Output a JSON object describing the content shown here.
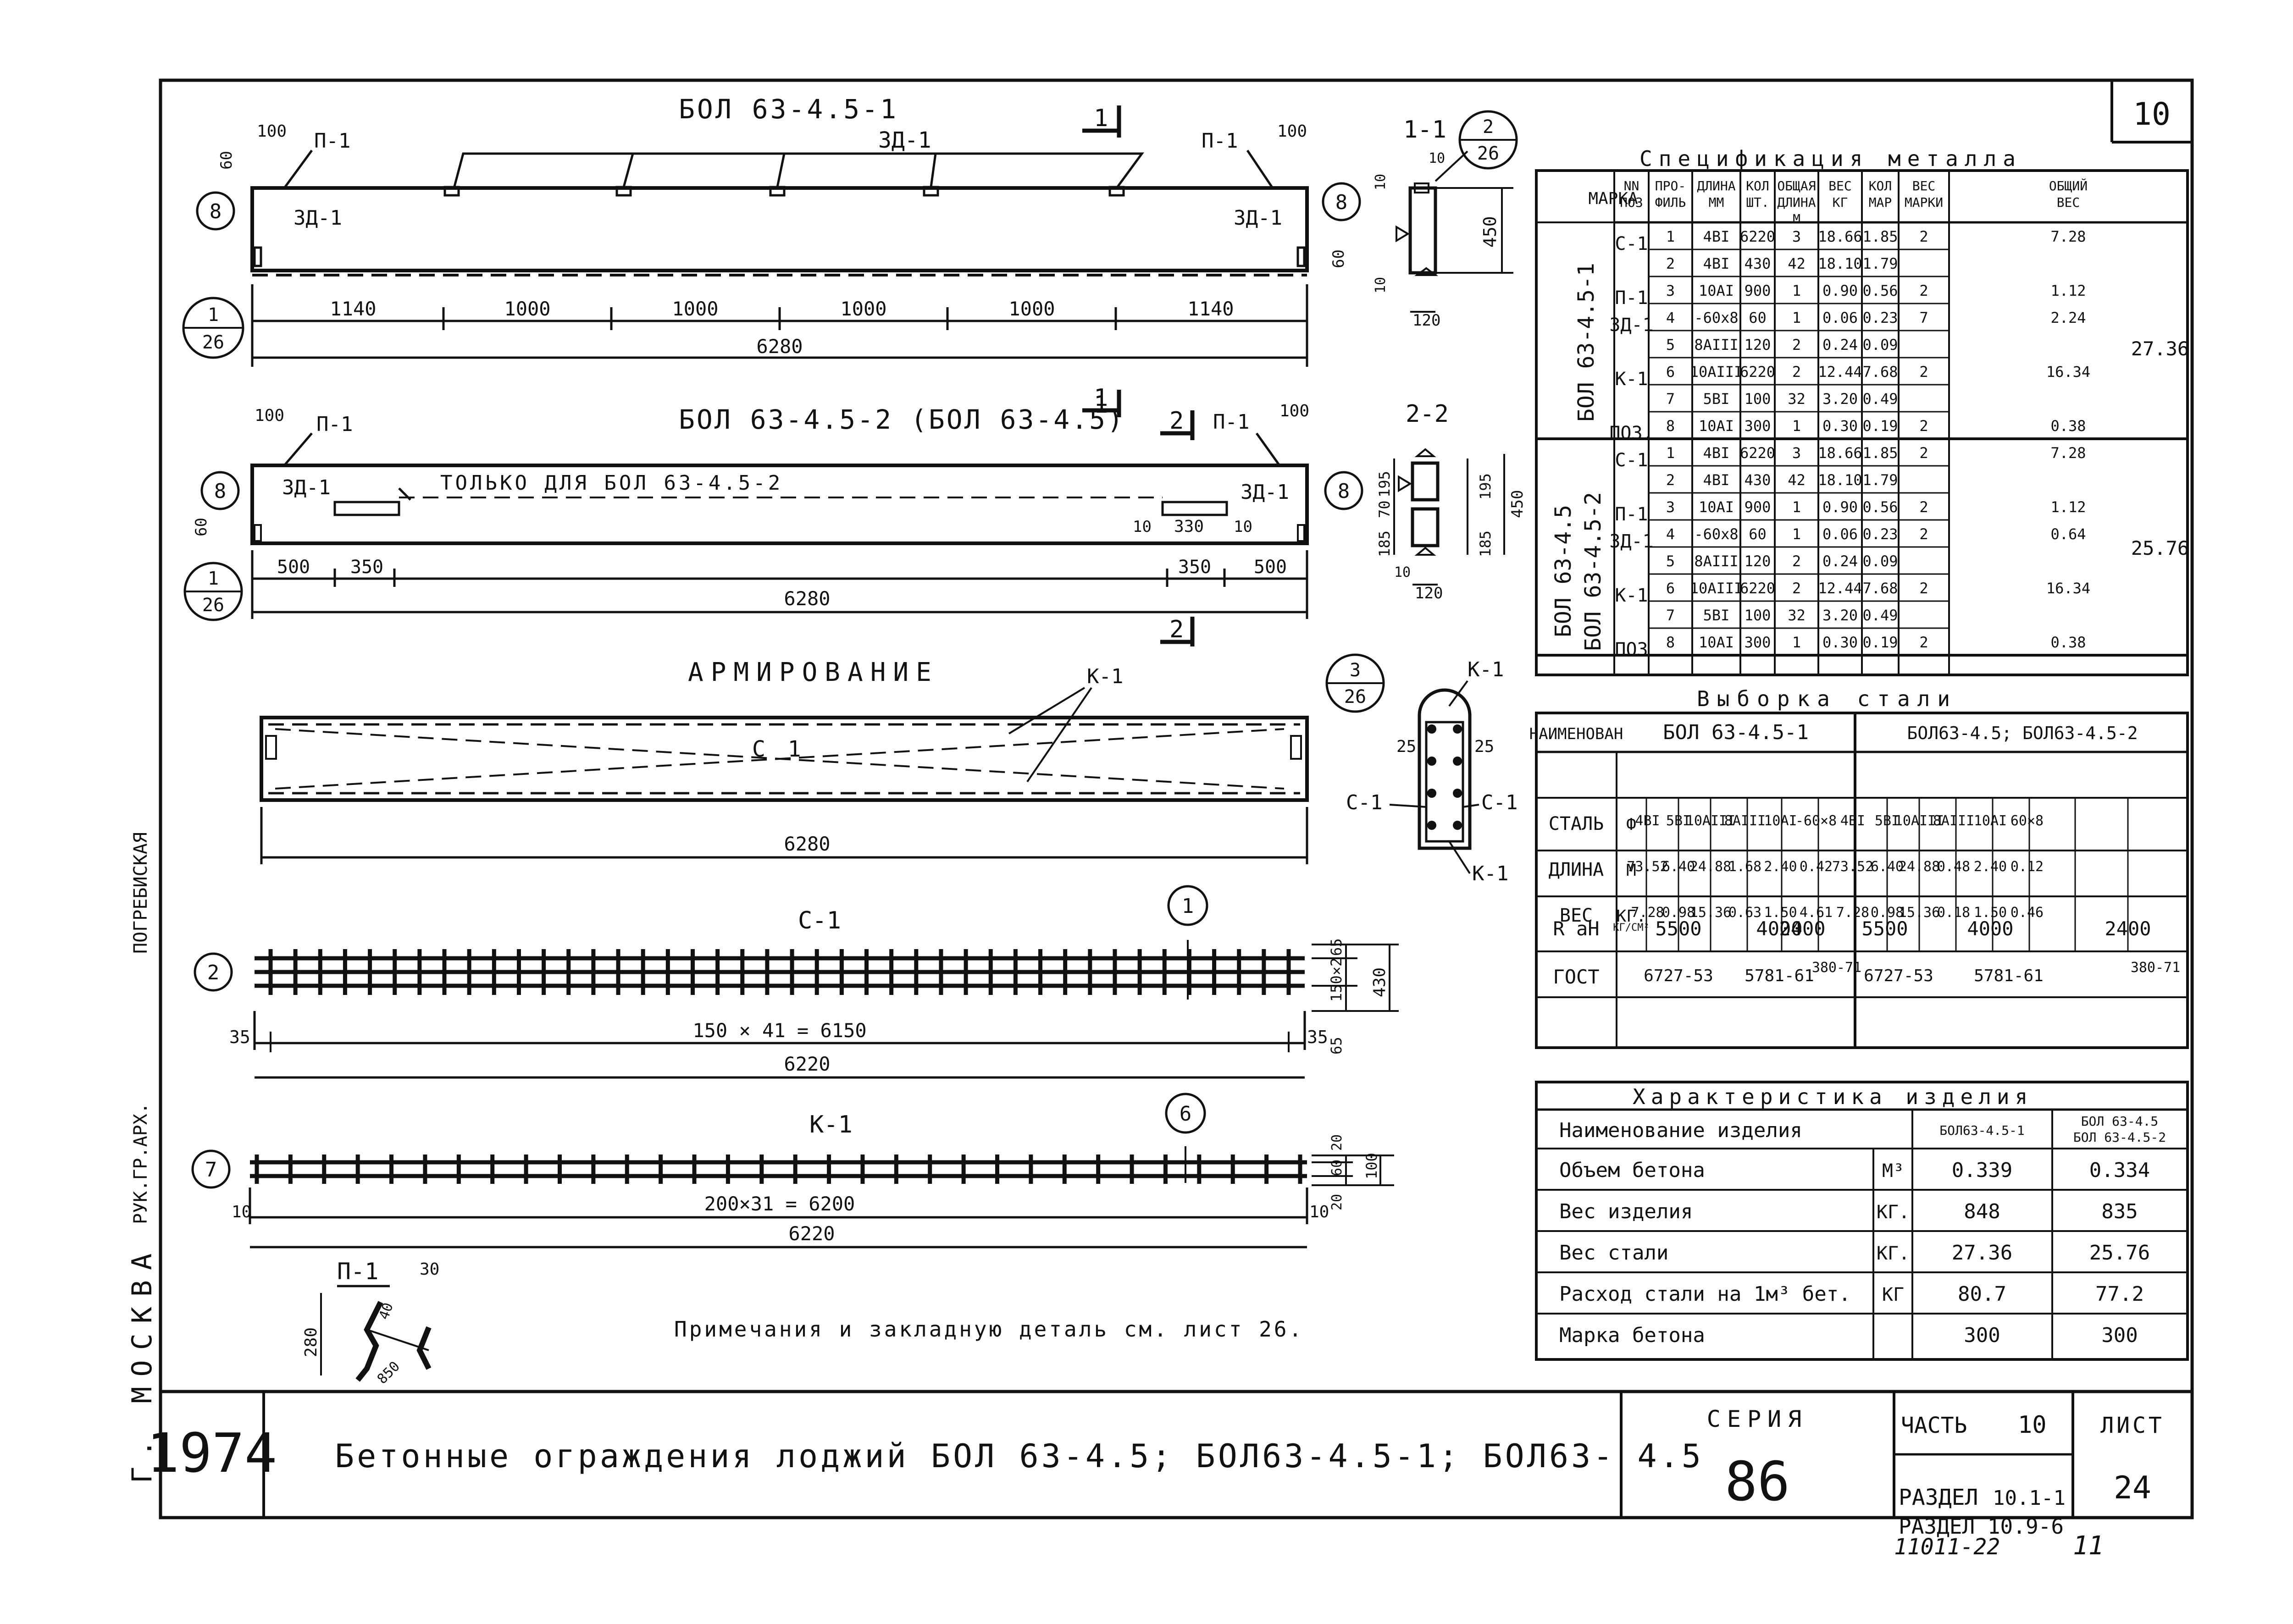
{
  "sheet_number": "10",
  "drawings": {
    "bol1_title": "БОЛ 63-4.5-1",
    "bol2_title": "БОЛ 63-4.5-2 (БОЛ 63-4.5)",
    "only_for": "ТОЛЬКО ДЛЯ БОЛ 63-4.5-2",
    "arm_title": "АРМИРОВАНИЕ",
    "c1_title": "С-1",
    "k1_title": "К-1",
    "p1_title": "П-1",
    "sec11_title": "1-1",
    "sec22_title": "2-2",
    "labels": {
      "p1": "П-1",
      "zd1": "ЗД-1",
      "c1": "С 1",
      "c1b": "С-1",
      "k1": "К-1",
      "cut1": "1",
      "cut2": "2"
    },
    "dims_bol1": [
      "1140",
      "1000",
      "1000",
      "1000",
      "1000",
      "1140"
    ],
    "dim_6280": "6280",
    "dims_bol2": [
      "500",
      "350",
      "10",
      "330",
      "10",
      "350",
      "500"
    ],
    "dim_c1_total": "150 × 41 = 6150",
    "dim_6220": "6220",
    "dim_k1_total": "200×31 = 6200",
    "small_dims": {
      "d100": "100",
      "d60": "60",
      "d10": "10",
      "d35": "35",
      "d65": "65",
      "d20": "20",
      "d25": "25",
      "d450": "450",
      "d120": "120",
      "d430": "430",
      "d150x2": "150×2",
      "d60b": "60",
      "d100b": "100",
      "d185": "185",
      "d195": "195",
      "d70": "70",
      "d280": "280",
      "d30": "30",
      "d850": "850",
      "d40": "40"
    },
    "callouts": [
      {
        "top": "8",
        "bottom": ""
      },
      {
        "top": "1",
        "bottom": "26"
      },
      {
        "top": "2",
        "bottom": "26"
      },
      {
        "top": "3",
        "bottom": "26"
      },
      {
        "top": "1",
        "bottom": ""
      },
      {
        "top": "6",
        "bottom": ""
      },
      {
        "top": "2",
        "bottom": ""
      },
      {
        "top": "7",
        "bottom": ""
      }
    ],
    "note": "Примечания и закладную деталь см. лист 26."
  },
  "spec": {
    "title": "Спецификация металла",
    "headers": [
      "МАРКА",
      "NN ПОЗ",
      "ПРО- ФИЛЬ",
      "ДЛИНА ММ",
      "КОЛ ШТ.",
      "ОБЩАЯ ДЛИНА М",
      "ВЕС КГ",
      "КОЛ МАР",
      "ВЕС МАРКИ",
      "ОБЩИЙ ВЕС"
    ],
    "group1": "БОЛ 63-4.5-1",
    "group2a": "БОЛ 63-4.5",
    "group2b": "БОЛ 63-4.5-2",
    "total1": "27.36",
    "total2": "25.76",
    "rows1": [
      [
        "С-1",
        "1",
        "4ВI",
        "6220",
        "3",
        "18.66",
        "1.85",
        "2",
        "7.28"
      ],
      [
        "",
        "2",
        "4ВI",
        "430",
        "42",
        "18.10",
        "1.79",
        "",
        ""
      ],
      [
        "П-1",
        "3",
        "10АI",
        "900",
        "1",
        "0.90",
        "0.56",
        "2",
        "1.12"
      ],
      [
        "ЗД-1",
        "4",
        "-60х8",
        "60",
        "1",
        "0.06",
        "0.23",
        "7",
        "2.24"
      ],
      [
        "",
        "5",
        "8АIII",
        "120",
        "2",
        "0.24",
        "0.09",
        "",
        ""
      ],
      [
        "К-1",
        "6",
        "10АIII",
        "6220",
        "2",
        "12.44",
        "7.68",
        "2",
        "16.34"
      ],
      [
        "",
        "7",
        "5ВI",
        "100",
        "32",
        "3.20",
        "0.49",
        "",
        ""
      ],
      [
        "ПОЗ.",
        "8",
        "10АI",
        "300",
        "1",
        "0.30",
        "0.19",
        "2",
        "0.38"
      ]
    ],
    "rows2": [
      [
        "С-1",
        "1",
        "4ВI",
        "6220",
        "3",
        "18.66",
        "1.85",
        "2",
        "7.28"
      ],
      [
        "",
        "2",
        "4ВI",
        "430",
        "42",
        "18.10",
        "1.79",
        "",
        ""
      ],
      [
        "П-1",
        "3",
        "10АI",
        "900",
        "1",
        "0.90",
        "0.56",
        "2",
        "1.12"
      ],
      [
        "ЗД-1",
        "4",
        "-60х8",
        "60",
        "1",
        "0.06",
        "0.23",
        "2",
        "0.64"
      ],
      [
        "",
        "5",
        "8АIII",
        "120",
        "2",
        "0.24",
        "0.09",
        "",
        ""
      ],
      [
        "К-1",
        "6",
        "10АIII",
        "6220",
        "2",
        "12.44",
        "7.68",
        "2",
        "16.34"
      ],
      [
        "",
        "7",
        "5ВI",
        "100",
        "32",
        "3.20",
        "0.49",
        "",
        ""
      ],
      [
        "ПОЗ",
        "8",
        "10АI",
        "300",
        "1",
        "0.30",
        "0.19",
        "2",
        "0.38"
      ]
    ]
  },
  "steel": {
    "title": "Выборка стали",
    "name_label": "НАИМЕНОВАН",
    "group1": "БОЛ 63-4.5-1",
    "group2": "БОЛ63-4.5; БОЛ63-4.5-2",
    "rows": [
      {
        "label": "СТАЛЬ",
        "unit": "Ф",
        "g1": [
          "4ВI",
          "5ВI",
          "10АIII",
          "8АIII",
          "10АI",
          "-60×8"
        ],
        "g2": [
          "4ВI",
          "5ВI",
          "10АIII",
          "8АIII",
          "10АI",
          "60×8"
        ]
      },
      {
        "label": "ДЛИНА",
        "unit": "М",
        "g1": [
          "73.52",
          "6.40",
          "24.88",
          "1.68",
          "2.40",
          "0.42"
        ],
        "g2": [
          "73.52",
          "6.40",
          "24.88",
          "0.48",
          "2.40",
          "0.12"
        ]
      },
      {
        "label": "ВЕС",
        "unit": "КГ.",
        "g1": [
          "7.28",
          "0.98",
          "15.36",
          "0.63",
          "1.50",
          "4.61"
        ],
        "g2": [
          "7.28",
          "0.98",
          "15.36",
          "0.18",
          "1.50",
          "0.46"
        ]
      }
    ],
    "ra_label": "R аН",
    "ra_unit": "КГ/СМ²",
    "ra_g1": [
      "5500",
      "4000",
      "2400"
    ],
    "ra_g2": [
      "5500",
      "4000",
      "2400"
    ],
    "gost_label": "ГОСТ",
    "gost_g1": [
      "6727-53",
      "5781-61",
      "380-71"
    ],
    "gost_g2": [
      "6727-53",
      "5781-61",
      "380-71"
    ]
  },
  "char": {
    "title": "Характеристика изделия",
    "name_header": "Наименование изделия",
    "col1": "БОЛ63-4.5-1",
    "col2": "БОЛ 63-4.5 БОЛ 63-4.5-2",
    "rows": [
      [
        "Объем бетона",
        "М³",
        "0.339",
        "0.334"
      ],
      [
        "Вес изделия",
        "КГ.",
        "848",
        "835"
      ],
      [
        "Вес стали",
        "КГ.",
        "27.36",
        "25.76"
      ],
      [
        "Расход стали на 1м³ бет.",
        "КГ",
        "80.7",
        "77.2"
      ],
      [
        "Марка бетона",
        "",
        "300",
        "300"
      ]
    ]
  },
  "title_block": {
    "year": "1974",
    "city": "Г. МОСКВА",
    "side_sign": "РУК.ГР.АРХ.",
    "side_name": "ПОГРЕБИСКАЯ",
    "title": "Бетонные ограждения лоджий БОЛ 63-4.5; БОЛ63-4.5-1; БОЛ63- 4.5",
    "series_label": "СЕРИЯ",
    "series_value": "86",
    "part_label": "ЧАСТЬ",
    "part_value": "10",
    "section_label": "РАЗДЕЛ",
    "section_value": "10.1-1",
    "sheet_label": "ЛИСТ",
    "sheet_value": "24",
    "below1": "РАЗДЕЛ 10.9-6",
    "below2": "11011-22",
    "below3": "11"
  }
}
